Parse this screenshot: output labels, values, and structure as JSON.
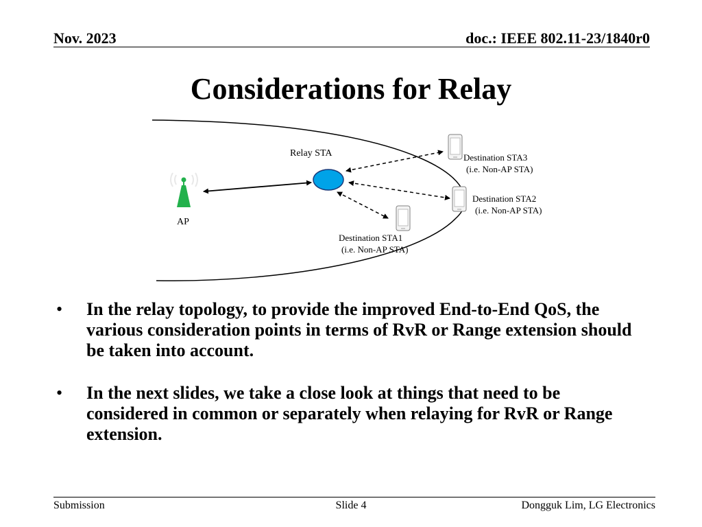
{
  "header": {
    "date": "Nov. 2023",
    "doc": "doc.: IEEE 802.11-23/1840r0"
  },
  "title": "Considerations for Relay",
  "diagram": {
    "ap_label": "AP",
    "relay_label": "Relay STA",
    "dest1_line1": "Destination STA1",
    "dest1_line2": "(i.e. Non-AP STA)",
    "dest2_line1": "Destination STA2",
    "dest2_line2": "(i.e. Non-AP STA)",
    "dest3_line1": "Destination STA3",
    "dest3_line2": "(i.e. Non-AP STA)",
    "colors": {
      "relay_fill": "#00a3e8",
      "ap_green": "#22b14c"
    }
  },
  "bullets": [
    "In the relay topology, to provide the improved End-to-End QoS, the various consideration points in terms of RvR or Range extension should be taken into account.",
    "In the next slides, we take a close look at things that need to be considered in common or separately when relaying for RvR or Range extension."
  ],
  "footer": {
    "left": "Submission",
    "center": "Slide 4",
    "right": "Dongguk Lim, LG Electronics"
  }
}
